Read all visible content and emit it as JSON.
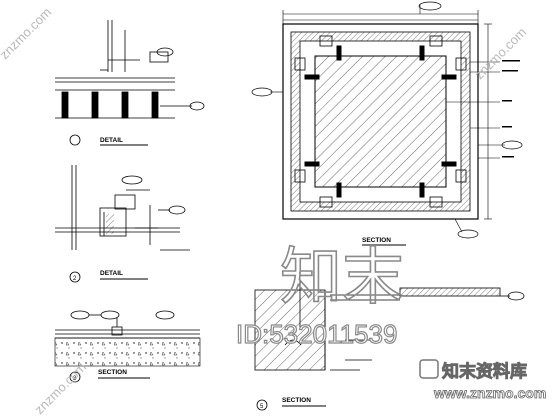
{
  "drawing": {
    "detail_1_title": "DETAIL",
    "detail_1_number": "",
    "detail_2_title": "DETAIL",
    "detail_2_number": "2",
    "section_left_title": "SECTION",
    "section_left_number": "3",
    "section_main_title": "SECTION",
    "section_bottom_title": "SECTION",
    "section_bottom_number": "5"
  },
  "watermark": {
    "big_text": "知末",
    "id_text": "ID:532011539",
    "logo_text": "知末资料库",
    "url": "www.znzmo.com",
    "diagonal_text": "znzmo.com"
  },
  "colors": {
    "line": "#000000",
    "watermark": "#9a9a9a",
    "background": "#ffffff"
  }
}
